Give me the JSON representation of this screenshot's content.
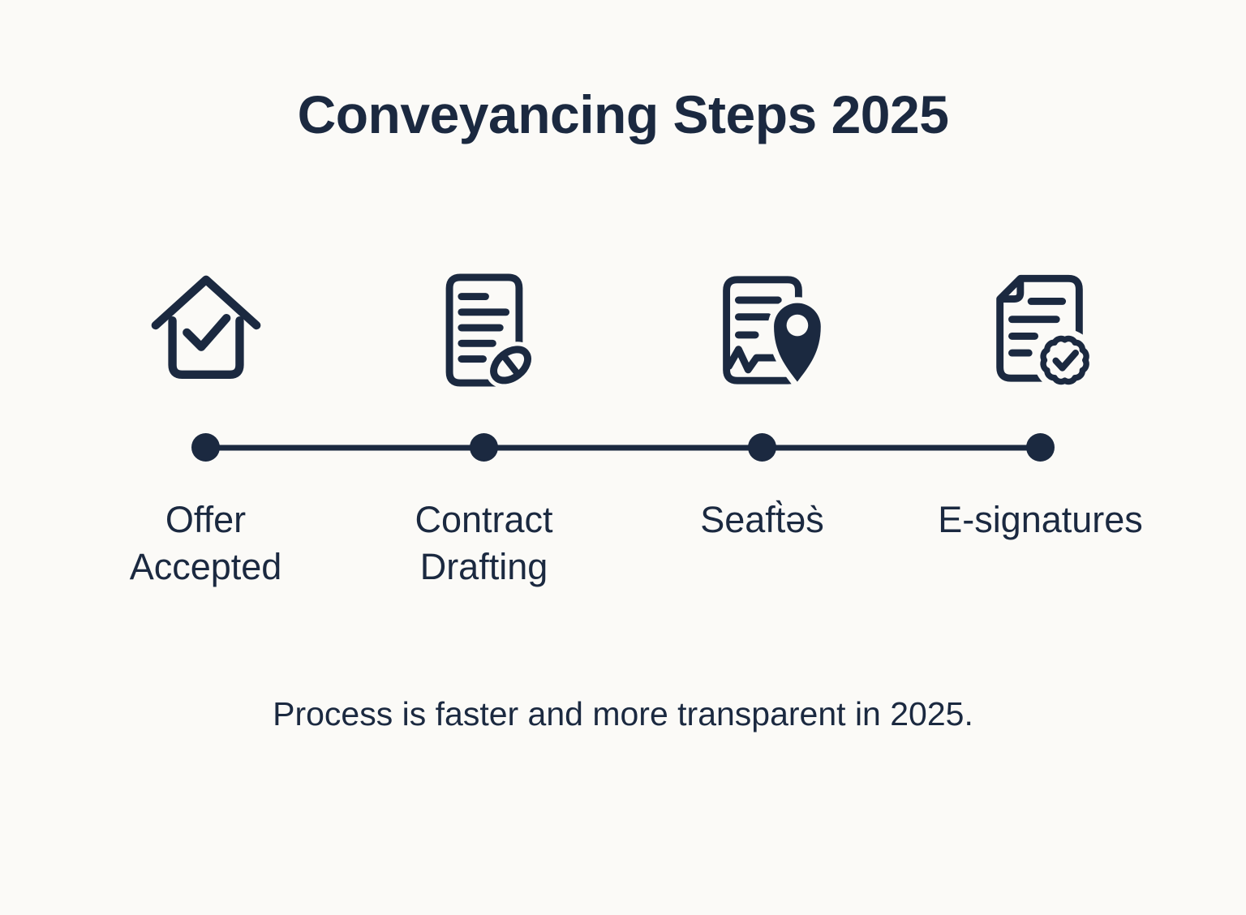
{
  "title": "Conveyancing Steps 2025",
  "footer": "Process is faster and more transparent in 2025.",
  "colors": {
    "ink": "#1B2940",
    "background": "#FBFAF7"
  },
  "timeline": {
    "steps": [
      {
        "label": "Offer Accepted",
        "icon": "house-check-icon"
      },
      {
        "label": "Contract Drafting",
        "icon": "document-pen-icon"
      },
      {
        "label": "Seaft̀əs̀",
        "icon": "document-location-pin-icon"
      },
      {
        "label": "E-signatures",
        "icon": "document-certified-icon"
      }
    ]
  }
}
